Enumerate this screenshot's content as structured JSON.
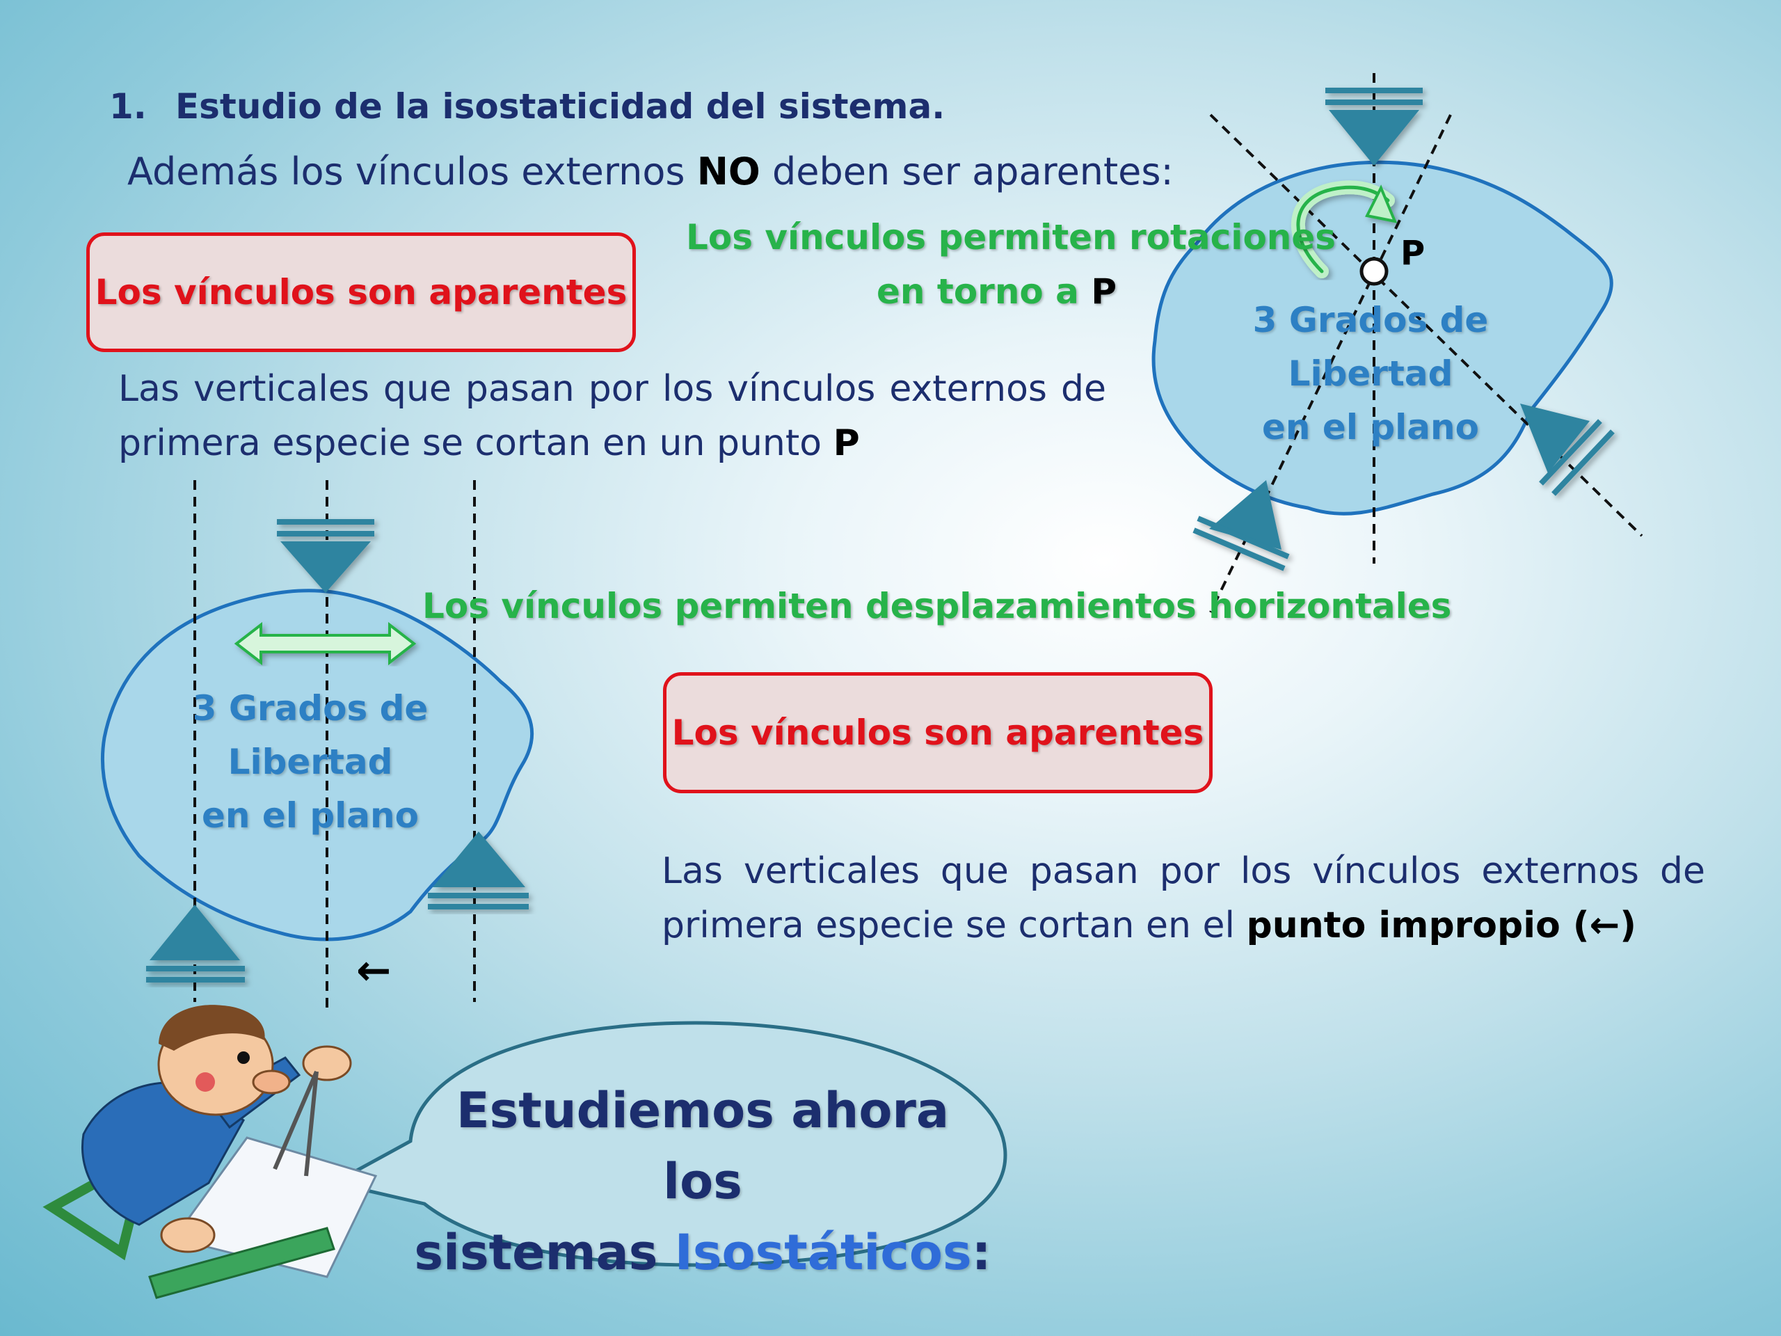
{
  "title": {
    "number": "1.",
    "text": "Estudio de la isostaticidad del sistema."
  },
  "intro": {
    "before": "Además los vínculos externos ",
    "emphasis": "NO",
    "after": " deben ser aparentes:"
  },
  "case1": {
    "box_label": "Los vínculos son aparentes",
    "explanation_before": "Las verticales que pasan por los vínculos externos de primera especie se cortan en un punto ",
    "explanation_emphasis": "P",
    "green_line1": "Los vínculos permiten rotaciones",
    "green_line2_before": "en torno a ",
    "green_line2_emphasis": "P",
    "dof_lines": [
      "3 Grados de",
      "Libertad",
      "en el plano"
    ],
    "point_label": "P"
  },
  "case2": {
    "green_label": "Los vínculos permiten desplazamientos horizontales",
    "box_label": "Los vínculos son aparentes",
    "explanation_before": "Las verticales que pasan por los vínculos externos de primera especie se cortan en el ",
    "explanation_emphasis": "punto impropio (←)",
    "dof_lines": [
      "3 Grados de",
      "Libertad",
      "en el plano"
    ],
    "arrow_label": "←"
  },
  "bubble": {
    "line1": "Estudiemos ahora los",
    "line2_before": "sistemas ",
    "line2_accent": "Isostáticos",
    "line2_after": ":"
  },
  "colors": {
    "title": "#1c2e6e",
    "red": "#e0121b",
    "green": "#27b34a",
    "blue_text": "#2d80c4",
    "body_fill": "#a9d7ea",
    "outline": "#1f72bd",
    "support": "#2d84a0"
  },
  "icons": {
    "engineer": "engineer-drafting-icon",
    "rotation_arrow": "curved-arrow-icon",
    "horizontal_arrow": "double-arrow-icon"
  }
}
